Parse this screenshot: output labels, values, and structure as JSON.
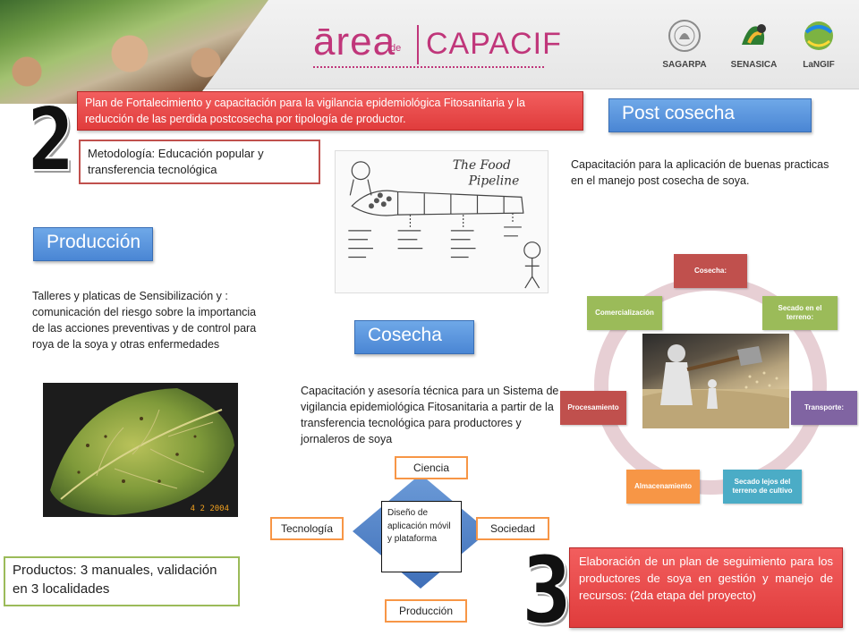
{
  "header": {
    "logo": {
      "area": "ārea",
      "de": "de",
      "capacif": "CAPACIF"
    },
    "agencies": [
      "SAGARPA",
      "SENASICA",
      "LaNGIF"
    ]
  },
  "numbers": {
    "first": "2",
    "second": "3"
  },
  "plan_box": "Plan de Fortalecimiento y capacitación para la vigilancia epidemiológica Fitosanitaria y la reducción de las perdida postcosecha por tipología de productor.",
  "metodologia": "Metodología: Educación popular y transferencia tecnológica",
  "sections": {
    "post_cosecha": {
      "title": "Post cosecha",
      "text": "Capacitación para la aplicación de buenas practicas en el manejo post cosecha de soya."
    },
    "produccion": {
      "title": "Producción",
      "text": "Talleres y platicas de Sensibilización y : comunicación del riesgo sobre la importancia de las acciones preventivas y de control para roya de la soya y otras enfermedades"
    },
    "cosecha": {
      "title": "Cosecha",
      "text": "Capacitación y asesoría técnica para un Sistema de vigilancia epidemiológica Fitosanitaria a partir de la transferencia tecnológica para productores y jornaleros de soya"
    }
  },
  "sketch": {
    "title_line1": "The Food",
    "title_line2": "Pipeline"
  },
  "leaf_photo": {
    "date": "4 2 2004"
  },
  "cycle": {
    "nodes": [
      {
        "label": "Cosecha:",
        "color": "#c0504d"
      },
      {
        "label": "Secado en el terreno:",
        "color": "#9bbb59"
      },
      {
        "label": "Transporte:",
        "color": "#8064a2"
      },
      {
        "label": "Secado lejos del terreno de cultivo",
        "color": "#4bacc6"
      },
      {
        "label": "Almacenamiento",
        "color": "#f79646"
      },
      {
        "label": "Procesamiento",
        "color": "#c0504d"
      },
      {
        "label": "Comercialización",
        "color": "#9bbb59"
      }
    ]
  },
  "diamond": {
    "center": "Diseño de aplicación móvil y plataforma",
    "top": "Ciencia",
    "left": "Tecnología",
    "right": "Sociedad",
    "bottom": "Producción"
  },
  "productos": "Productos: 3 manuales, validación en 3 localidades",
  "etapa_box": "Elaboración de un plan de seguimiento para los productores de soya en gestión y manejo de recursos: (2da etapa del proyecto)",
  "colors": {
    "red_box": "#e8494a",
    "blue_title": "#5b97df",
    "logo_pink": "#c0367a",
    "green_border": "#9bbb59",
    "orange_border": "#f79646",
    "diamond_blue": "#4f81bd"
  }
}
